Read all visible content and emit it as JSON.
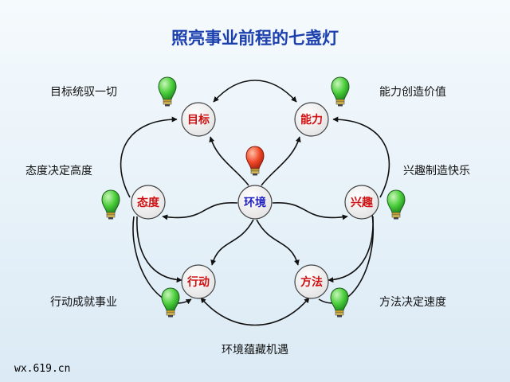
{
  "title": "照亮事业前程的七盏灯",
  "center": {
    "label": "环境",
    "color": "#2020c0"
  },
  "nodes": {
    "goal": {
      "label": "目标",
      "color": "#d01010"
    },
    "ability": {
      "label": "能力",
      "color": "#d01010"
    },
    "attitude": {
      "label": "态度",
      "color": "#d01010"
    },
    "interest": {
      "label": "兴趣",
      "color": "#d01010"
    },
    "action": {
      "label": "行动",
      "color": "#d01010"
    },
    "method": {
      "label": "方法",
      "color": "#d01010"
    }
  },
  "captions": {
    "goal": "目标统驭一切",
    "ability": "能力创造价值",
    "attitude": "态度决定高度",
    "interest": "兴趣制造快乐",
    "action": "行动成就事业",
    "method": "方法决定速度",
    "environment": "环境蕴藏机遇"
  },
  "bulbs": {
    "center_color": "#e8321e",
    "outer_color": "#3cc23c"
  },
  "watermark": "wx.619.cn"
}
